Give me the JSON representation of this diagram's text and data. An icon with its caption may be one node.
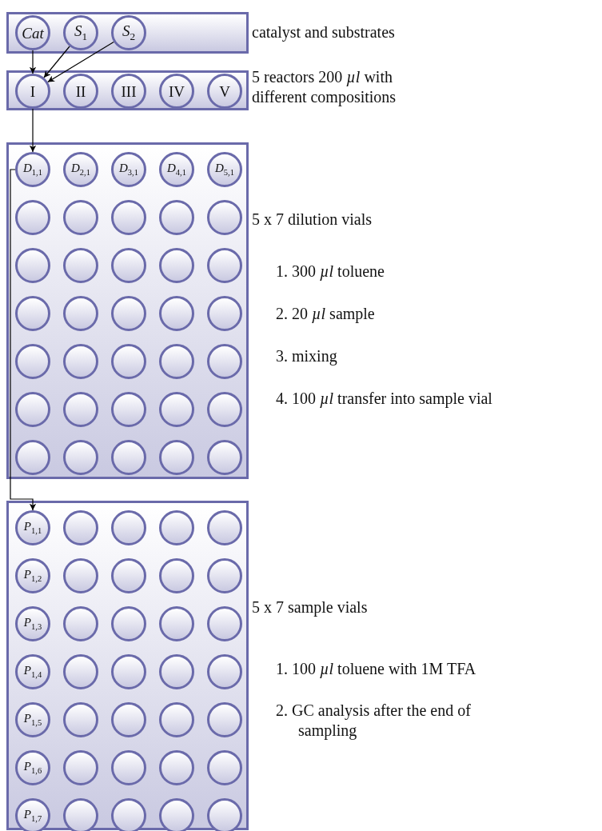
{
  "diagram": {
    "nodes": [
      {
        "text": [],
        "shape": "box",
        "beside": [
          "catalyst and substrates"
        ]
      },
      {
        "text": [
          "Cat"
        ],
        "in": 0
      },
      {
        "text": [
          "*S*$_{1}$"
        ],
        "in": 0
      },
      {
        "text": [
          "*S*$_{2}$"
        ],
        "in": 0
      },
      {
        "text": [],
        "shape": "box",
        "beside": [
          "5 reactors 200 *µl* with different compositions"
        ]
      },
      {
        "text": [
          "I"
        ],
        "in": 4
      },
      {
        "text": [
          "II"
        ],
        "in": 4
      },
      {
        "text": [
          "III"
        ],
        "in": 4
      },
      {
        "text": [
          "IV"
        ],
        "in": 4
      },
      {
        "text": [
          "V"
        ],
        "in": 4
      },
      {
        "text": [],
        "shape": "box",
        "beside": [
          "5 x 7 dilution vials"
        ]
      },
      {
        "text": [
          "*D*$_{1,1}$"
        ],
        "in": 10
      },
      {
        "text": [
          "*D*$_{2,1}$"
        ],
        "in": 10
      },
      {
        "text": [
          "*D*$_{3,1}$"
        ],
        "in": 10
      },
      {
        "text": [
          "*D*$_{4,1}$"
        ],
        "in": 10
      },
      {
        "text": [
          "*D*$_{5,1}$"
        ],
        "in": 10
      },
      {
        "text": [],
        "shape": "circle",
        "in": 10
      },
      {
        "text": [],
        "shape": "circle",
        "in": 10
      },
      {
        "text": [],
        "shape": "circle",
        "in": 10
      },
      {
        "text": [],
        "shape": "circle",
        "in": 10
      },
      {
        "text": [],
        "shape": "circle",
        "in": 10
      },
      {
        "text": [],
        "shape": "circle",
        "in": 10
      },
      {
        "text": [],
        "shape": "circle",
        "in": 10
      },
      {
        "text": [],
        "shape": "circle",
        "in": 10
      },
      {
        "text": [],
        "shape": "circle",
        "in": 10
      },
      {
        "text": [],
        "shape": "circle",
        "in": 10
      },
      {
        "text": [],
        "shape": "circle",
        "in": 10
      },
      {
        "text": [],
        "shape": "circle",
        "in": 10
      },
      {
        "text": [],
        "shape": "circle",
        "in": 10
      },
      {
        "text": [],
        "shape": "circle",
        "in": 10
      },
      {
        "text": [],
        "shape": "circle",
        "in": 10
      },
      {
        "text": [],
        "shape": "circle",
        "in": 10
      },
      {
        "text": [],
        "shape": "circle",
        "in": 10
      },
      {
        "text": [],
        "shape": "circle",
        "in": 10
      },
      {
        "text": [],
        "shape": "circle",
        "in": 10
      },
      {
        "text": [],
        "shape": "circle",
        "in": 10
      },
      {
        "text": [],
        "shape": "circle",
        "in": 10
      },
      {
        "text": [],
        "shape": "circle",
        "in": 10
      },
      {
        "text": [],
        "shape": "circle",
        "in": 10
      },
      {
        "text": [],
        "shape": "circle",
        "in": 10
      },
      {
        "text": [],
        "shape": "circle",
        "in": 10
      },
      {
        "text": [],
        "shape": "circle",
        "in": 10
      },
      {
        "text": [],
        "shape": "circle",
        "in": 10
      },
      {
        "text": [],
        "shape": "circle",
        "in": 10
      },
      {
        "text": [],
        "shape": "circle",
        "in": 10
      },
      {
        "text": [],
        "shape": "circle",
        "in": 10
      },
      {
        "text": [],
        "shape": "box",
        "beside": [
          "5 x 7 sample vials"
        ]
      },
      {
        "text": [
          "*P*$_{1,1}$"
        ],
        "in": 46
      },
      {
        "text": [],
        "shape": "circle",
        "in": 46
      },
      {
        "text": [],
        "shape": "circle",
        "in": 46
      },
      {
        "text": [],
        "shape": "circle",
        "in": 46
      },
      {
        "text": [],
        "shape": "circle",
        "in": 46
      },
      {
        "text": [
          "*P*$_{1,2}$"
        ],
        "in": 46
      },
      {
        "text": [],
        "shape": "circle",
        "in": 46
      },
      {
        "text": [],
        "shape": "circle",
        "in": 46
      },
      {
        "text": [],
        "shape": "circle",
        "in": 46
      },
      {
        "text": [],
        "shape": "circle",
        "in": 46
      },
      {
        "text": [
          "*P*$_{1,3}$"
        ],
        "in": 46
      },
      {
        "text": [],
        "shape": "circle",
        "in": 46
      },
      {
        "text": [],
        "shape": "circle",
        "in": 46
      },
      {
        "text": [],
        "shape": "circle",
        "in": 46
      },
      {
        "text": [],
        "shape": "circle",
        "in": 46
      },
      {
        "text": [
          "*P*$_{1,4}$"
        ],
        "in": 46
      },
      {
        "text": [],
        "shape": "circle",
        "in": 46
      },
      {
        "text": [],
        "shape": "circle",
        "in": 46
      },
      {
        "text": [],
        "shape": "circle",
        "in": 46
      },
      {
        "text": [],
        "shape": "circle",
        "in": 46
      },
      {
        "text": [
          "*P*$_{1,5}$"
        ],
        "in": 46
      },
      {
        "text": [],
        "shape": "circle",
        "in": 46
      },
      {
        "text": [],
        "shape": "circle",
        "in": 46
      },
      {
        "text": [],
        "shape": "circle",
        "in": 46
      },
      {
        "text": [],
        "shape": "circle",
        "in": 46
      },
      {
        "text": [
          "*P*$_{1,6}$"
        ],
        "in": 46
      },
      {
        "text": [],
        "shape": "circle",
        "in": 46
      },
      {
        "text": [],
        "shape": "circle",
        "in": 46
      },
      {
        "text": [],
        "shape": "circle",
        "in": 46
      },
      {
        "text": [],
        "shape": "circle",
        "in": 46
      },
      {
        "text": [
          "*P*$_{1,7}$"
        ],
        "in": 46
      },
      {
        "text": [],
        "shape": "circle",
        "in": 46
      },
      {
        "text": [],
        "shape": "circle",
        "in": 46
      },
      {
        "text": [],
        "shape": "circle",
        "in": 46
      },
      {
        "text": [],
        "shape": "circle",
        "in": 46
      }
    ],
    "edges": [
      {
        "from": 1,
        "to": 5,
        "arrow": "to"
      },
      {
        "from": 2,
        "to": 5,
        "arrow": "to"
      },
      {
        "from": 3,
        "to": 5,
        "arrow": "to"
      },
      {
        "from": 5,
        "to": 11,
        "arrow": "to"
      },
      {
        "from": 11,
        "to": 47,
        "arrow": "to"
      }
    ],
    "labels": [
      "1. 300 *µl* toluene",
      "2. 20 *µl* sample",
      "3. mixing",
      "4. 100 *µl* transfer into sample vial",
      "1. 100 *µl* toluene with 1M TFA",
      "2. GC analysis after the end of sampling"
    ]
  }
}
